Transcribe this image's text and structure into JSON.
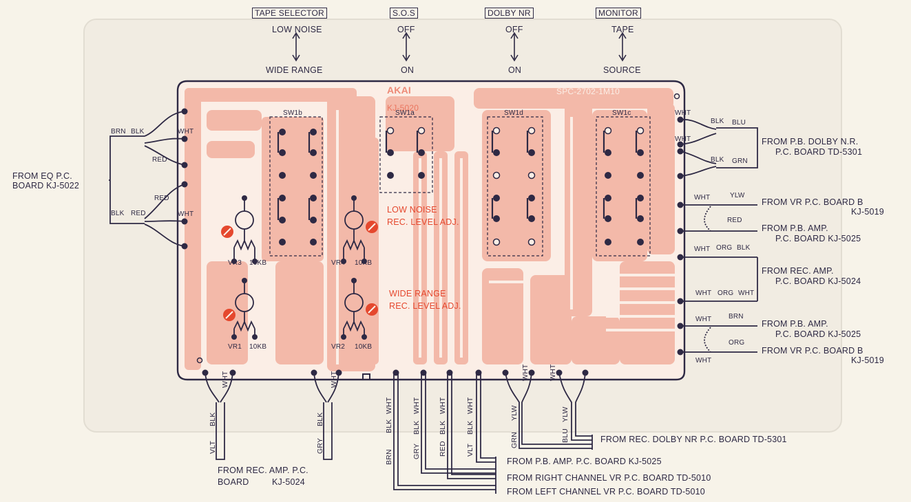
{
  "switches": {
    "tape_selector": {
      "title": "TAPE SELECTOR",
      "top": "LOW NOISE",
      "bottom": "WIDE RANGE"
    },
    "sos": {
      "title": "S.O.S",
      "top": "OFF",
      "bottom": "ON"
    },
    "dolby_nr": {
      "title": "DOLBY NR",
      "top": "OFF",
      "bottom": "ON"
    },
    "monitor": {
      "title": "MONITOR",
      "top": "TAPE",
      "bottom": "SOURCE"
    }
  },
  "board": {
    "brand": "AKAI",
    "part_no": "KJ-5020",
    "serial": "SPC-2702-1M10",
    "sw_labels": [
      "SW1b",
      "SW1a",
      "SW1d",
      "SW1c"
    ],
    "adj_low": [
      "LOW NOISE",
      "REC. LEVEL ADJ."
    ],
    "adj_wide": [
      "WIDE RANGE",
      "REC. LEVEL ADJ."
    ],
    "pots": [
      {
        "ref": "VR3",
        "val": "10KB"
      },
      {
        "ref": "VR4",
        "val": "10KB"
      },
      {
        "ref": "VR1",
        "val": "10KB"
      },
      {
        "ref": "VR2",
        "val": "10KB"
      }
    ]
  },
  "left": {
    "from": [
      "FROM EQ P.C.",
      "BOARD KJ-5022"
    ],
    "wires_top": [
      "BRN",
      "BLK",
      "WHT",
      "RED"
    ],
    "wires_bottom": [
      "BLK",
      "RED",
      "RED",
      "WHT"
    ]
  },
  "right": {
    "dolby": [
      "FROM P.B. DOLBY N.R.",
      "P.C. BOARD TD-5301"
    ],
    "dolby_wires": [
      "WHT",
      "BLK",
      "BLU",
      "WHT",
      "BLK",
      "GRN"
    ],
    "vr1": [
      "FROM VR P.C. BOARD B",
      "KJ-5019"
    ],
    "vr1_wires": [
      "WHT",
      "YLW",
      "RED"
    ],
    "pb1": [
      "FROM P.B. AMP.",
      "P.C. BOARD KJ-5025"
    ],
    "pb1_wires": [
      "WHT",
      "ORG",
      "BLK"
    ],
    "rec": [
      "FROM REC. AMP.",
      "P.C. BOARD KJ-5024"
    ],
    "rec_wires": [
      "WHT",
      "ORG",
      "WHT"
    ],
    "pb2": [
      "FROM P.B. AMP.",
      "P.C. BOARD KJ-5025"
    ],
    "pb2_wires": [
      "WHT",
      "BRN",
      "ORG",
      "WHT"
    ],
    "vr2": [
      "FROM VR P.C. BOARD B",
      "KJ-5019"
    ]
  },
  "bottom": {
    "rec_amp": [
      "FROM REC. AMP. P.C.",
      "BOARD",
      "KJ-5024"
    ],
    "dolby": "FROM REC. DOLBY NR P.C. BOARD TD-5301",
    "pb_amp": "FROM P.B. AMP. P.C. BOARD KJ-5025",
    "right_ch": "FROM RIGHT CHANNEL VR P.C. BOARD TD-5010",
    "left_ch": "FROM LEFT CHANNEL VR P.C. BOARD TD-5010",
    "wires_a": [
      "WHT",
      "BLK",
      "VLT"
    ],
    "wires_b": [
      "WHT",
      "BLK",
      "GRY"
    ],
    "wires_c": [
      "WHT",
      "BLK",
      "BRN",
      "WHT",
      "BLK",
      "GRY",
      "WHT",
      "BLK",
      "RED",
      "WHT",
      "BLK",
      "VLT"
    ],
    "wires_d": [
      "WHT",
      "YLW",
      "GRN",
      "WHT",
      "YLW",
      "BLU"
    ]
  },
  "colors": {
    "trace": "#f4b7a7",
    "ink": "#2e2944",
    "accent": "#e5482e"
  }
}
